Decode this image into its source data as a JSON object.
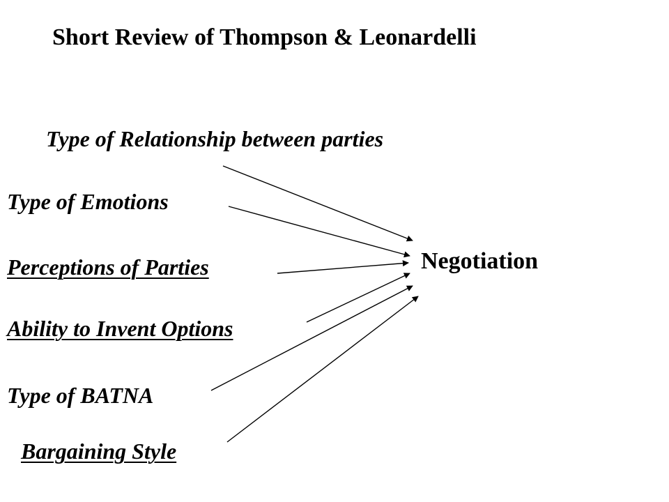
{
  "title": "Short Review of Thompson & Leonardelli",
  "factors": [
    {
      "label": "Type of Relationship between  parties",
      "underlined": false
    },
    {
      "label": "Type of Emotions",
      "underlined": false
    },
    {
      "label": "Perceptions of Parties",
      "underlined": true
    },
    {
      "label": "Ability to Invent Options",
      "underlined": true
    },
    {
      "label": "Type of BATNA",
      "underlined": false
    },
    {
      "label": "Bargaining Style",
      "underlined": true
    }
  ],
  "target": "Negotiation"
}
